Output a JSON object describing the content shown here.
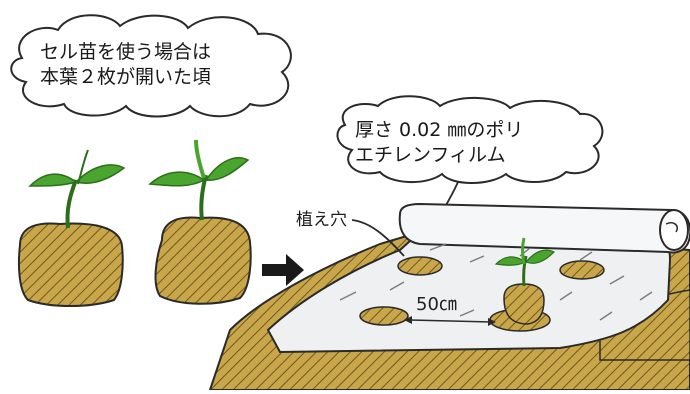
{
  "bubble_left": {
    "line1": "セル苗を使う場合は",
    "line2": "本葉２枚が開いた頃"
  },
  "bubble_right": {
    "line1": "厚さ 0.02 ㎜のポリ",
    "line2": "エチレンフィルム"
  },
  "labels": {
    "planting_hole": "植え穴",
    "spacing": "50㎝"
  },
  "colors": {
    "soil": "#c9a64a",
    "soil_dark": "#6b5a20",
    "leaf": "#4aa52e",
    "leaf_dark": "#2c6e1a",
    "film": "#eef0f2",
    "outline": "#2a2a2a"
  },
  "icons": {
    "arrow": "right-arrow-icon"
  }
}
